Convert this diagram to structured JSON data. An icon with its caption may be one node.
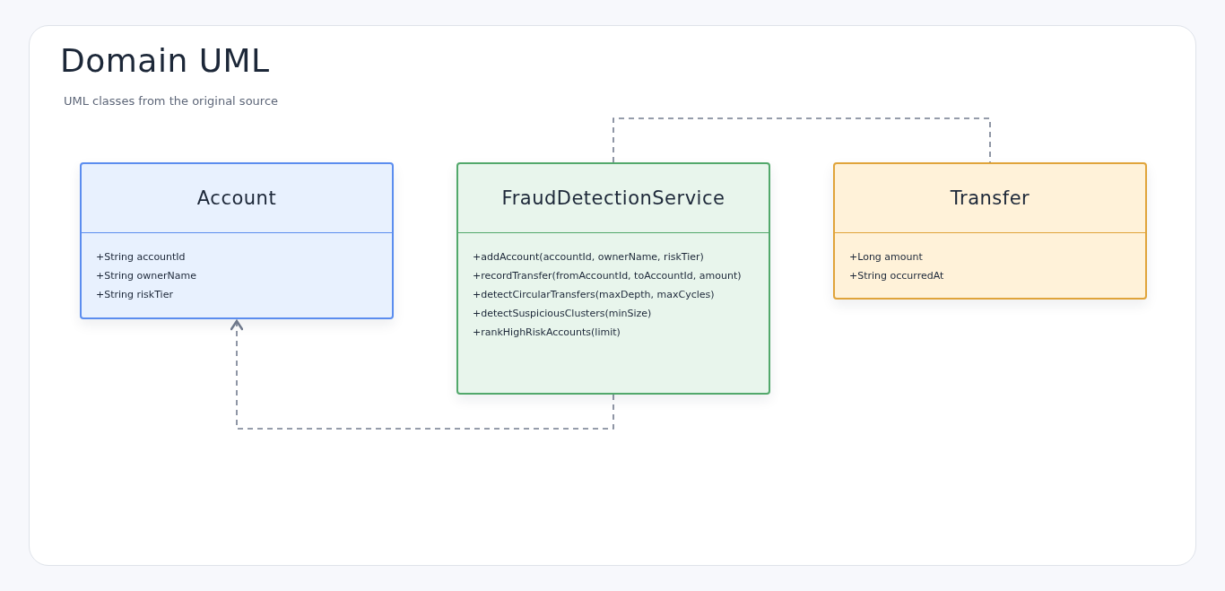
{
  "diagram": {
    "title": "Domain UML",
    "caption": "UML classes from the original source",
    "nodes": [
      {
        "text": [
          "Account",
          "+String accountId",
          "+String ownerName",
          "+String riskTier"
        ]
      },
      {
        "text": [
          "FraudDetectionService",
          "+addAccount(accountId, ownerName, riskTier)",
          "+recordTransfer(fromAccountId, toAccountId, amount)",
          "+detectCircularTransfers(maxDepth, maxCycles)",
          "+detectSuspiciousClusters(minSize)",
          "+rankHighRiskAccounts(limit)"
        ]
      },
      {
        "text": [
          "Transfer",
          "+Long amount",
          "+String occurredAt"
        ]
      }
    ],
    "edges": [
      {
        "from": 1,
        "to": 0,
        "arrow": "to",
        "style": "dashed"
      },
      {
        "from": 1,
        "to": 2,
        "arrow": "none",
        "style": "dashed"
      }
    ]
  }
}
